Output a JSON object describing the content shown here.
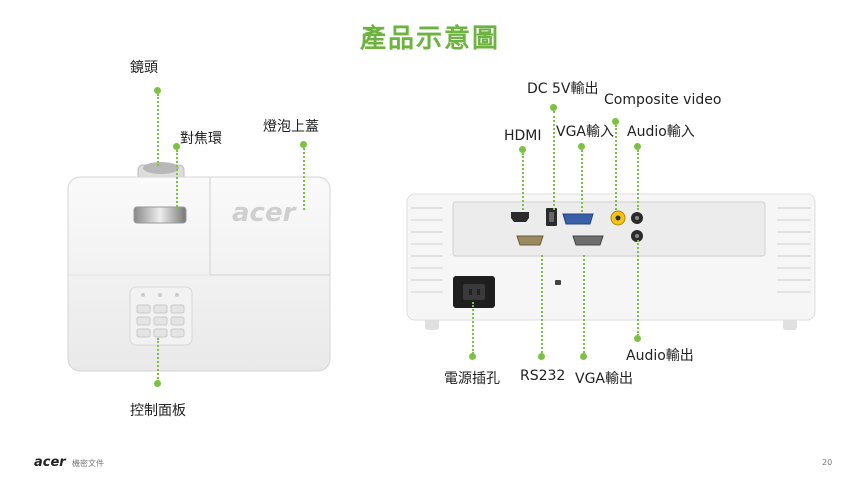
{
  "slide": {
    "title": "產品示意圖",
    "page_number": "20",
    "footer": {
      "logo": "acer",
      "label": "機密文件"
    }
  },
  "top_view": {
    "brand": "acer",
    "labels": {
      "lens": "鏡頭",
      "focus_ring": "對焦環",
      "lamp_cover": "燈泡上蓋",
      "control_panel": "控制面板"
    }
  },
  "rear_view": {
    "labels": {
      "dc5v_out": "DC 5V輸出",
      "composite_video": "Composite video",
      "hdmi": "HDMI",
      "vga_in": "VGA輸入",
      "audio_in": "Audio輸入",
      "audio_out": "Audio輸出",
      "power_socket": "電源插孔",
      "rs232": "RS232",
      "vga_out": "VGA輸出"
    }
  },
  "colors": {
    "accent": "#7cc242",
    "title": "#6db33f"
  }
}
